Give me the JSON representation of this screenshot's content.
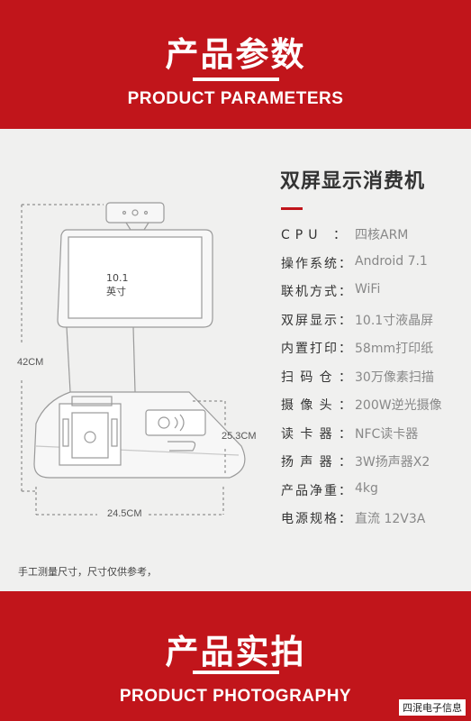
{
  "header": {
    "title_zh": "产品参数",
    "title_en": "PRODUCT PARAMETERS"
  },
  "product": {
    "name": "双屏显示消费机"
  },
  "specs": [
    {
      "label": "CPU：",
      "value": "四核ARM"
    },
    {
      "label": "操作系统：",
      "value": "Android 7.1"
    },
    {
      "label": "联机方式：",
      "value": "WiFi"
    },
    {
      "label": "双屏显示：",
      "value": "10.1寸液晶屏"
    },
    {
      "label": "内置打印：",
      "value": "58mm打印纸"
    },
    {
      "label": "扫码仓：",
      "value": "30万像素扫描"
    },
    {
      "label": "摄像头：",
      "value": "200W逆光摄像"
    },
    {
      "label": "读卡器：",
      "value": "NFC读卡器"
    },
    {
      "label": "扬声器：",
      "value": "3W扬声器X2"
    },
    {
      "label": "产品净重：",
      "value": "4kg"
    },
    {
      "label": "电源规格：",
      "value": "直流 12V3A"
    }
  ],
  "diagram": {
    "screen_size": "10.1英寸",
    "height": "42CM",
    "depth": "25.3CM",
    "width": "24.5CM"
  },
  "note": "手工测量尺寸，尺寸仅供参考，",
  "footer": {
    "title_zh": "产品实拍",
    "title_en": "PRODUCT PHOTOGRAPHY",
    "brand": "四泯电子信息"
  },
  "colors": {
    "accent": "#c1151b",
    "background": "#f0f0ef"
  }
}
